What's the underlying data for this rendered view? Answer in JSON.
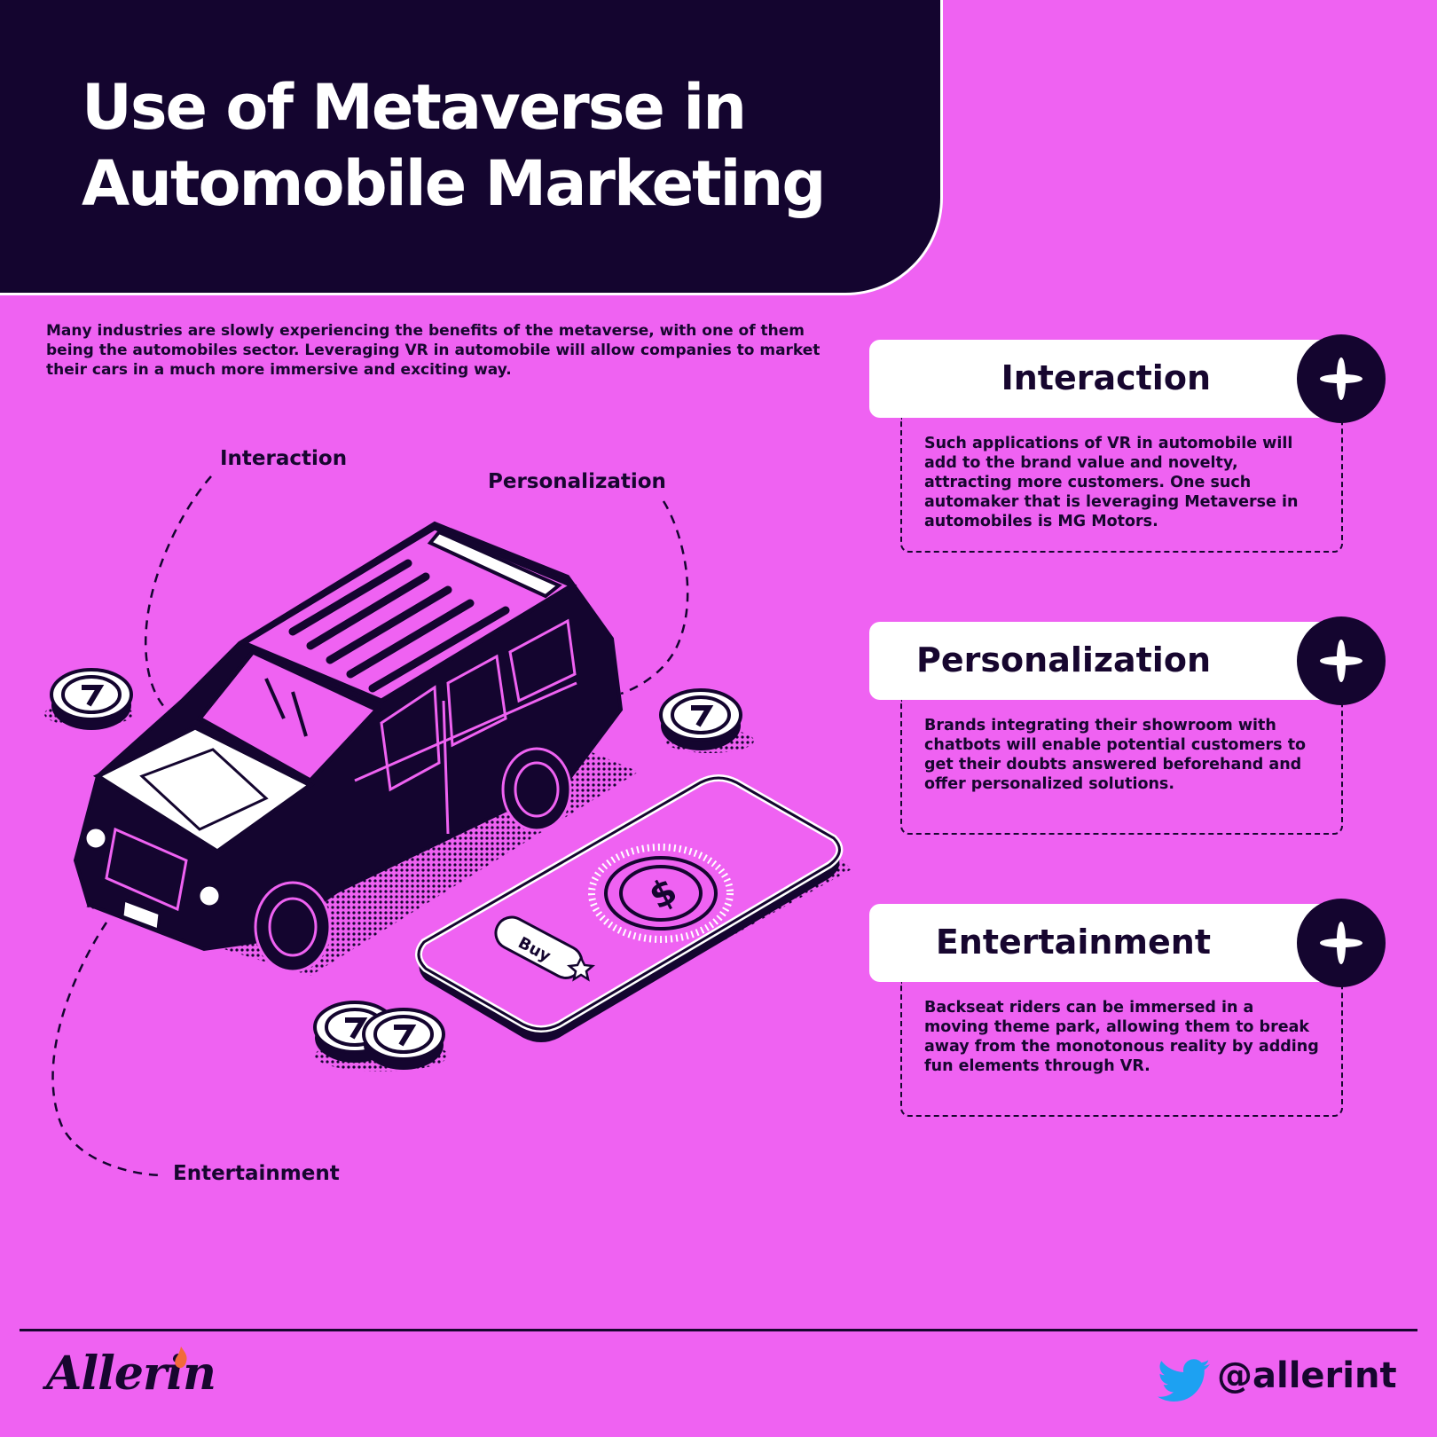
{
  "header": {
    "title_line1": "Use of Metaverse in",
    "title_line2": "Automobile Marketing"
  },
  "intro": "Many industries are slowly experiencing the benefits of the metaverse, with one of them being the automobiles sector. Leveraging VR in automobile will allow companies to market their cars in a much more immersive and exciting way.",
  "illustration": {
    "callouts": {
      "interaction": "Interaction",
      "personalization": "Personalization",
      "entertainment": "Entertainment"
    },
    "phone_button": "Buy",
    "currency_symbol": "$"
  },
  "cards": [
    {
      "title": "Interaction",
      "text": "Such applications of VR in automobile will add to the brand value and novelty, attracting more customers. One such automaker that is leveraging Metaverse in automobiles is MG Motors."
    },
    {
      "title": "Personalization",
      "text": "Brands integrating their showroom with chatbots will enable potential customers to get their doubts answered beforehand and offer personalized solutions."
    },
    {
      "title": "Entertainment",
      "text": "Backseat riders can be immersed in a moving theme park, allowing them to break away from the monotonous reality by adding fun elements through VR."
    }
  ],
  "footer": {
    "logo": "Allerin",
    "handle": "@allerint",
    "social_icon": "twitter-icon"
  },
  "colors": {
    "background": "#ef62f2",
    "dark": "#14052f",
    "white": "#ffffff",
    "twitter": "#1da1f2",
    "flame": "#f26a3a"
  }
}
